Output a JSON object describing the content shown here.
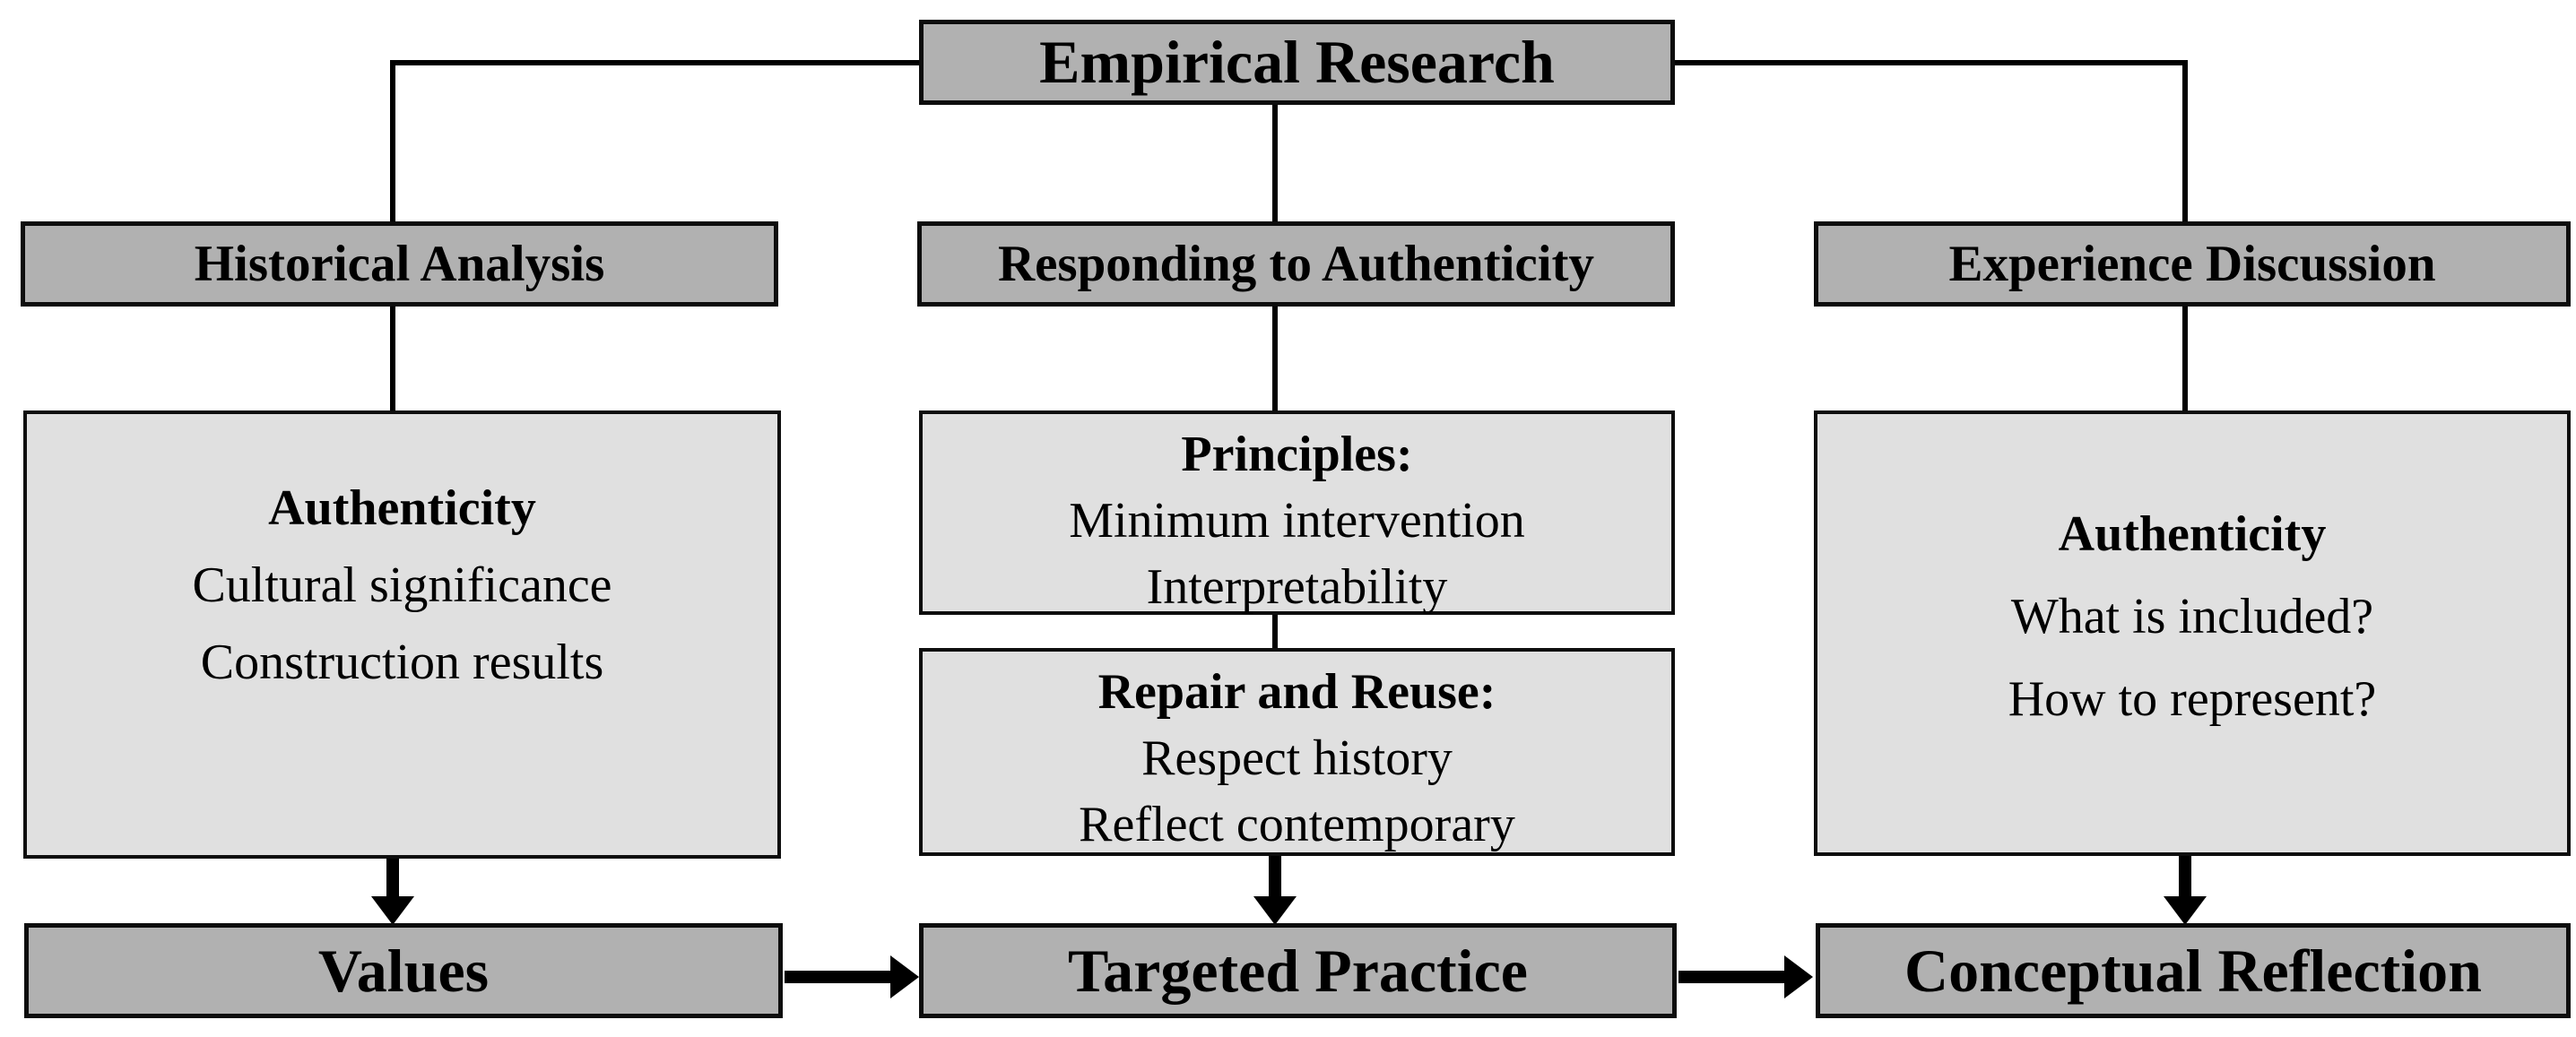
{
  "colors": {
    "node_fill": "#b1b1b1",
    "content_fill": "#e0e0e0",
    "border": "#0d0d0d",
    "line": "#000000",
    "background": "#ffffff"
  },
  "root": {
    "label": "Empirical Research"
  },
  "columns": [
    {
      "header": "Historical Analysis",
      "content_boxes": [
        {
          "title": "Authenticity",
          "lines": [
            "Cultural significance",
            "Construction results"
          ]
        }
      ],
      "outcome": "Values"
    },
    {
      "header": "Responding to Authenticity",
      "content_boxes": [
        {
          "title": "Principles:",
          "lines": [
            "Minimum intervention",
            "Interpretability"
          ]
        },
        {
          "title": "Repair and Reuse:",
          "lines": [
            "Respect history",
            "Reflect contemporary"
          ]
        }
      ],
      "outcome": "Targeted Practice"
    },
    {
      "header": "Experience Discussion",
      "content_boxes": [
        {
          "title": "Authenticity",
          "lines": [
            "What is included?",
            "How to represent?"
          ]
        }
      ],
      "outcome": "Conceptual Reflection"
    }
  ],
  "edges": [
    {
      "from": "empirical-research",
      "to": "historical-analysis",
      "type": "line"
    },
    {
      "from": "empirical-research",
      "to": "responding-to-authenticity",
      "type": "line"
    },
    {
      "from": "empirical-research",
      "to": "experience-discussion",
      "type": "line"
    },
    {
      "from": "historical-analysis",
      "to": "authenticity-left-box",
      "type": "line"
    },
    {
      "from": "responding-to-authenticity",
      "to": "principles-box",
      "type": "line"
    },
    {
      "from": "principles-box",
      "to": "repair-and-reuse-box",
      "type": "line"
    },
    {
      "from": "experience-discussion",
      "to": "authenticity-right-box",
      "type": "line"
    },
    {
      "from": "authenticity-left-box",
      "to": "values",
      "type": "arrow"
    },
    {
      "from": "repair-and-reuse-box",
      "to": "targeted-practice",
      "type": "arrow"
    },
    {
      "from": "authenticity-right-box",
      "to": "conceptual-reflection",
      "type": "arrow"
    },
    {
      "from": "values",
      "to": "targeted-practice",
      "type": "arrow"
    },
    {
      "from": "targeted-practice",
      "to": "conceptual-reflection",
      "type": "arrow"
    }
  ]
}
